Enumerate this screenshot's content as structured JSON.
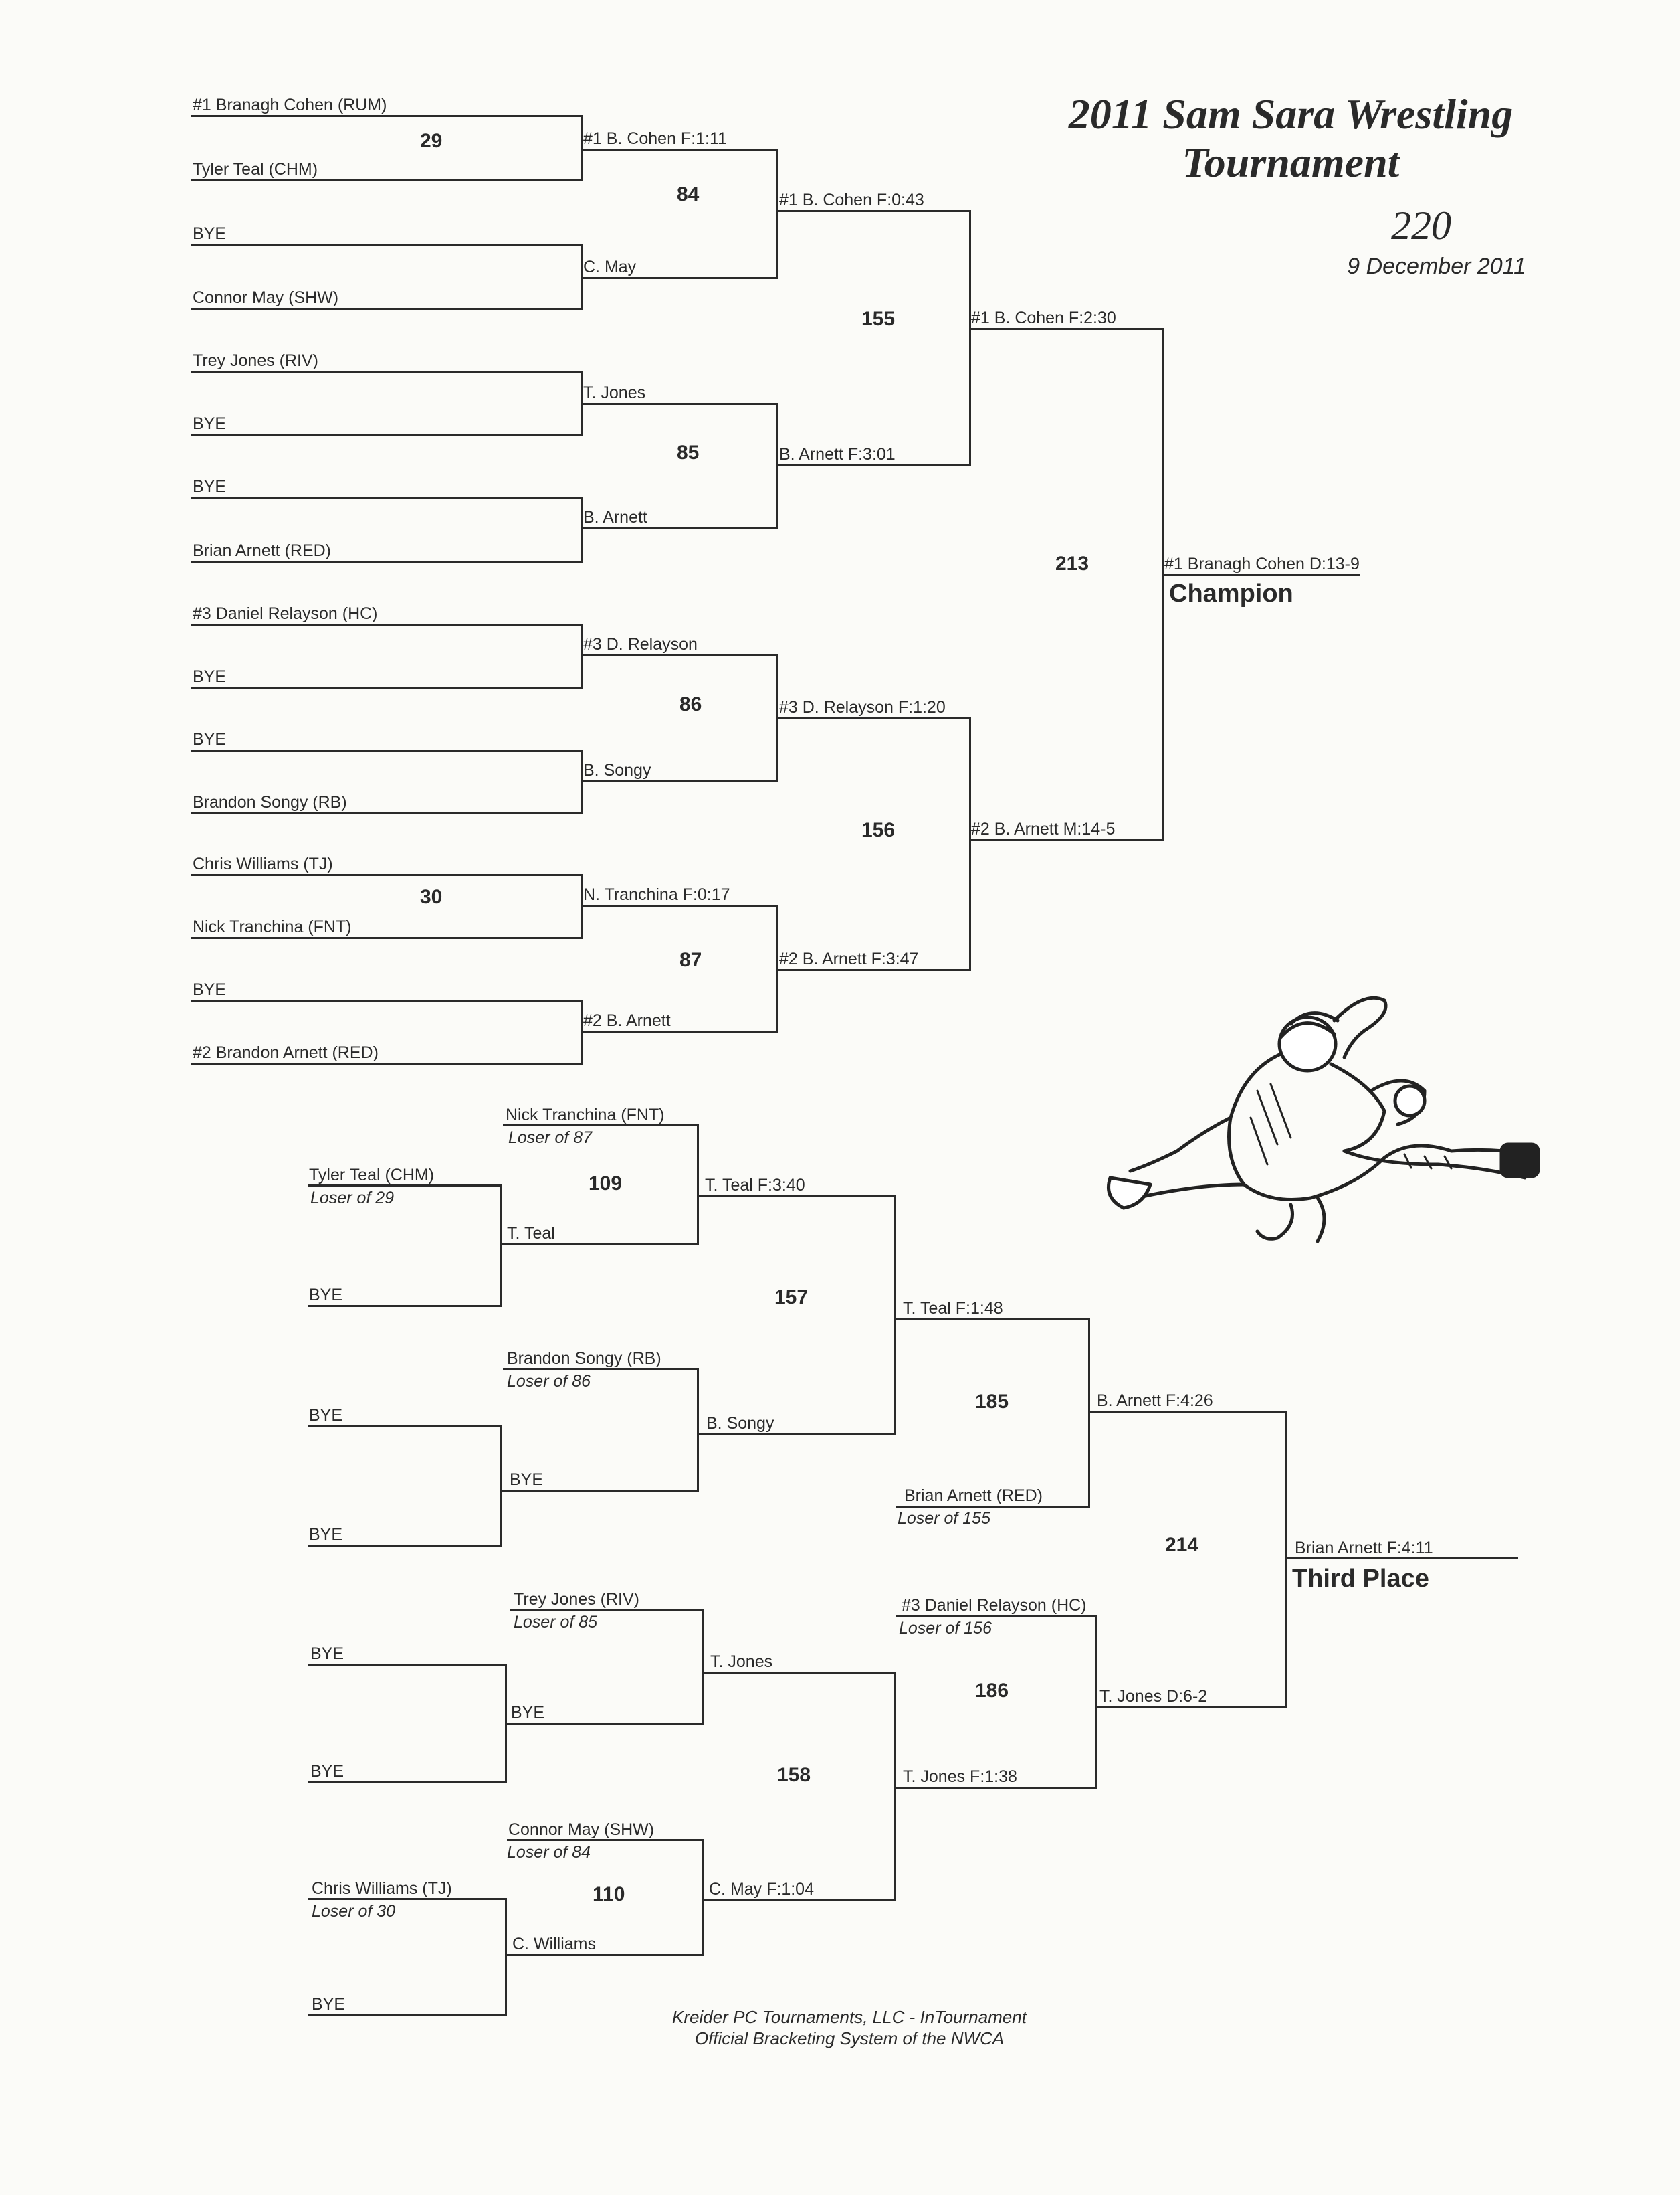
{
  "header": {
    "title_line1": "2011 Sam Sara Wrestling",
    "title_line2": "Tournament",
    "weight": "220",
    "date": "9 December 2011"
  },
  "championship": {
    "first_round": [
      {
        "name": "#1 Branagh Cohen (RUM)"
      },
      {
        "name": "Tyler Teal (CHM)"
      },
      {
        "name": "BYE"
      },
      {
        "name": "Connor May (SHW)"
      },
      {
        "name": "Trey Jones (RIV)"
      },
      {
        "name": "BYE"
      },
      {
        "name": "BYE"
      },
      {
        "name": "Brian Arnett (RED)"
      },
      {
        "name": "#3 Daniel Relayson (HC)"
      },
      {
        "name": "BYE"
      },
      {
        "name": "BYE"
      },
      {
        "name": "Brandon Songy (RB)"
      },
      {
        "name": "Chris Williams (TJ)"
      },
      {
        "name": "Nick Tranchina (FNT)"
      },
      {
        "name": "BYE"
      },
      {
        "name": "#2 Brandon Arnett (RED)"
      }
    ],
    "bout_numbers": [
      "29",
      "30",
      "84",
      "85",
      "86",
      "87",
      "155",
      "156",
      "213"
    ],
    "round2": [
      {
        "result": "#1 B. Cohen F:1:11"
      },
      {
        "result": "C. May"
      },
      {
        "result": "T. Jones"
      },
      {
        "result": "B. Arnett"
      },
      {
        "result": "#3 D. Relayson"
      },
      {
        "result": "B. Songy"
      },
      {
        "result": "N. Tranchina F:0:17"
      },
      {
        "result": "#2 B. Arnett"
      }
    ],
    "quarterfinals": [
      {
        "result": "#1 B. Cohen F:0:43"
      },
      {
        "result": "B. Arnett F:3:01"
      },
      {
        "result": "#3 D. Relayson F:1:20"
      },
      {
        "result": "#2 B. Arnett F:3:47"
      }
    ],
    "semifinals": [
      {
        "result": "#1 B. Cohen F:2:30"
      },
      {
        "result": "#2 B. Arnett M:14-5"
      }
    ],
    "final": {
      "result": "#1 Branagh Cohen D:13-9",
      "label": "Champion"
    }
  },
  "consolation": {
    "bout_numbers": [
      "109",
      "110",
      "157",
      "158",
      "185",
      "186",
      "214"
    ],
    "entries": [
      {
        "name": "Nick Tranchina (FNT)",
        "note": "Loser of  87"
      },
      {
        "name": "Tyler Teal (CHM)",
        "note": "Loser of  29"
      },
      {
        "name": "BYE"
      },
      {
        "name": "Brandon Songy (RB)",
        "note": "Loser of  86"
      },
      {
        "name": "BYE"
      },
      {
        "name": "BYE"
      },
      {
        "name": "Trey Jones (RIV)",
        "note": "Loser of  85"
      },
      {
        "name": "BYE"
      },
      {
        "name": "BYE"
      },
      {
        "name": "Connor May (SHW)",
        "note": "Loser of  84"
      },
      {
        "name": "Chris Williams (TJ)",
        "note": "Loser of  30"
      },
      {
        "name": "BYE"
      },
      {
        "name": "Brian Arnett (RED)",
        "note": "Loser of  155"
      },
      {
        "name": "#3 Daniel Relayson (HC)",
        "note": "Loser of  156"
      }
    ],
    "results": [
      {
        "result": "T. Teal"
      },
      {
        "result": "BYE"
      },
      {
        "result": "BYE"
      },
      {
        "result": "C. Williams"
      },
      {
        "result": "T. Teal F:3:40"
      },
      {
        "result": "B. Songy"
      },
      {
        "result": "T. Jones"
      },
      {
        "result": "C. May F:1:04"
      },
      {
        "result": "T. Teal F:1:48"
      },
      {
        "result": "T. Jones F:1:38"
      },
      {
        "result": "B. Arnett F:4:26"
      },
      {
        "result": "T. Jones D:6-2"
      }
    ],
    "third": {
      "result": "Brian Arnett F:4:11",
      "label": "Third Place"
    }
  },
  "footer": {
    "line1": "Kreider PC Tournaments, LLC - InTournament",
    "line2": "Official Bracketing System of the NWCA"
  },
  "illustration": {
    "icon": "wrestlers-illustration"
  }
}
